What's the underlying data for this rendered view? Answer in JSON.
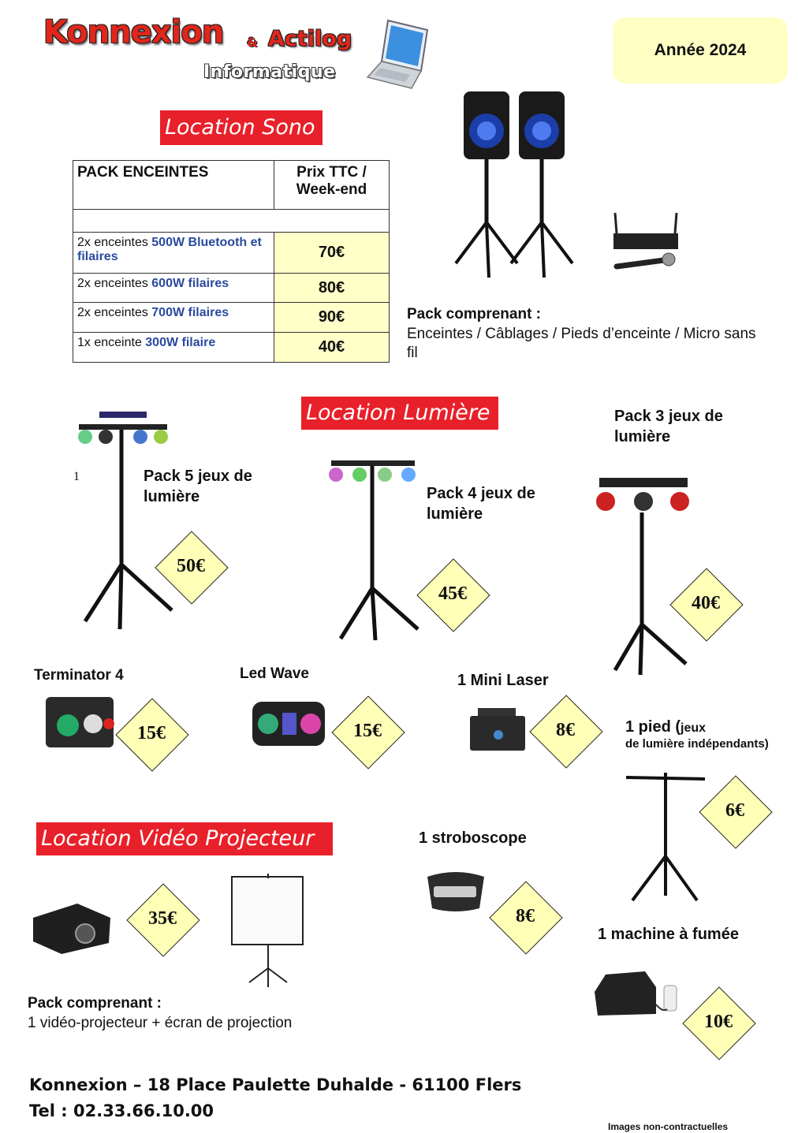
{
  "logo": {
    "brand": "Konnexion",
    "amp": "&",
    "partner": "Actilog",
    "sub": "Informatique"
  },
  "year_label": "Année 2024",
  "sono": {
    "banner": "Location Sono",
    "table": {
      "col1": "PACK ENCEINTES",
      "col2": "Prix TTC / Week-end",
      "rows": [
        {
          "prefix": "2x enceintes ",
          "highlight": "500W Bluetooth et filaires",
          "price": "70€"
        },
        {
          "prefix": "2x enceintes ",
          "highlight": "600W filaires",
          "price": "80€"
        },
        {
          "prefix": "2x enceintes ",
          "highlight": "700W filaires",
          "price": "90€"
        },
        {
          "prefix": "1x enceinte ",
          "highlight": "300W filaire",
          "price": "40€"
        }
      ]
    },
    "pack_title": "Pack comprenant :",
    "pack_text": "Enceintes / Câblages / Pieds d’enceinte / Micro sans fil"
  },
  "lumiere": {
    "banner": "Location Lumière",
    "stray_number": "1",
    "items": [
      {
        "label": "Pack 5 jeux de lumière",
        "price": "50€"
      },
      {
        "label": "Pack 4 jeux de lumière",
        "price": "45€"
      },
      {
        "label": "Pack 3 jeux de lumière",
        "price": "40€"
      },
      {
        "label": "Terminator 4",
        "price": "15€"
      },
      {
        "label": "Led Wave",
        "price": "15€"
      },
      {
        "label": "1 Mini Laser",
        "price": "8€"
      },
      {
        "label": "1 pied (",
        "label_small": "jeux",
        "label2": "de lumière indépendants)",
        "price": "6€"
      },
      {
        "label": "1 stroboscope",
        "price": "8€"
      },
      {
        "label": "1 machine à fumée",
        "price": "10€"
      }
    ]
  },
  "video": {
    "banner": "Location Vidéo Projecteur",
    "price": "35€",
    "pack_title": "Pack comprenant :",
    "pack_text": "1 vidéo-projecteur + écran de projection"
  },
  "footer": {
    "address": "Konnexion – 18 Place Paulette Duhalde - 61100 Flers",
    "tel": "Tel : 02.33.66.10.00",
    "disclaimer": "Images non-contractuelles"
  },
  "colors": {
    "banner": "#e8202a",
    "price_bg": "#ffffb8",
    "year_bg": "#ffffc4",
    "accent_text": "#2a4aa0"
  }
}
